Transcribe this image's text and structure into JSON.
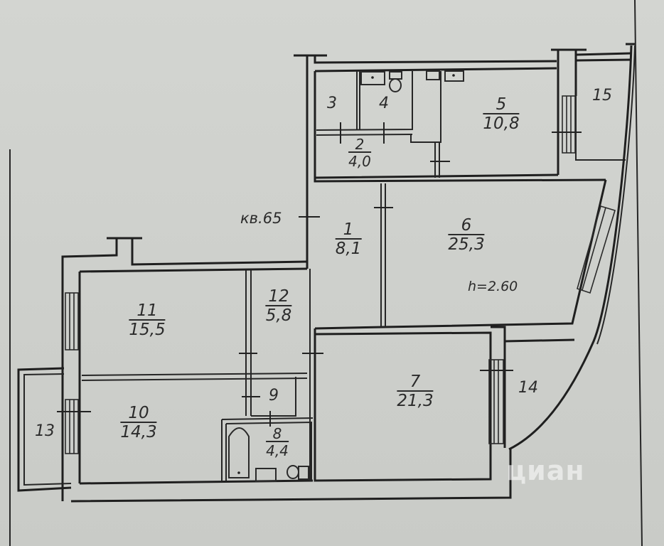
{
  "plan": {
    "apartment_label": "кв.65",
    "ceiling_height": "h=2.60",
    "rooms": [
      {
        "id": "1",
        "area": "8,1"
      },
      {
        "id": "2",
        "area": "4,0"
      },
      {
        "id": "3",
        "area": null
      },
      {
        "id": "4",
        "area": null
      },
      {
        "id": "5",
        "area": "10,8"
      },
      {
        "id": "6",
        "area": "25,3"
      },
      {
        "id": "7",
        "area": "21,3"
      },
      {
        "id": "8",
        "area": "4,4"
      },
      {
        "id": "9",
        "area": null
      },
      {
        "id": "10",
        "area": "14,3"
      },
      {
        "id": "11",
        "area": "15,5"
      },
      {
        "id": "12",
        "area": "5,8"
      },
      {
        "id": "13",
        "area": null
      },
      {
        "id": "14",
        "area": null
      },
      {
        "id": "15",
        "area": null
      }
    ]
  },
  "watermark": {
    "brand": "циан"
  },
  "colors": {
    "paper": "#cfd1cd",
    "ink": "#1f1f1f"
  }
}
